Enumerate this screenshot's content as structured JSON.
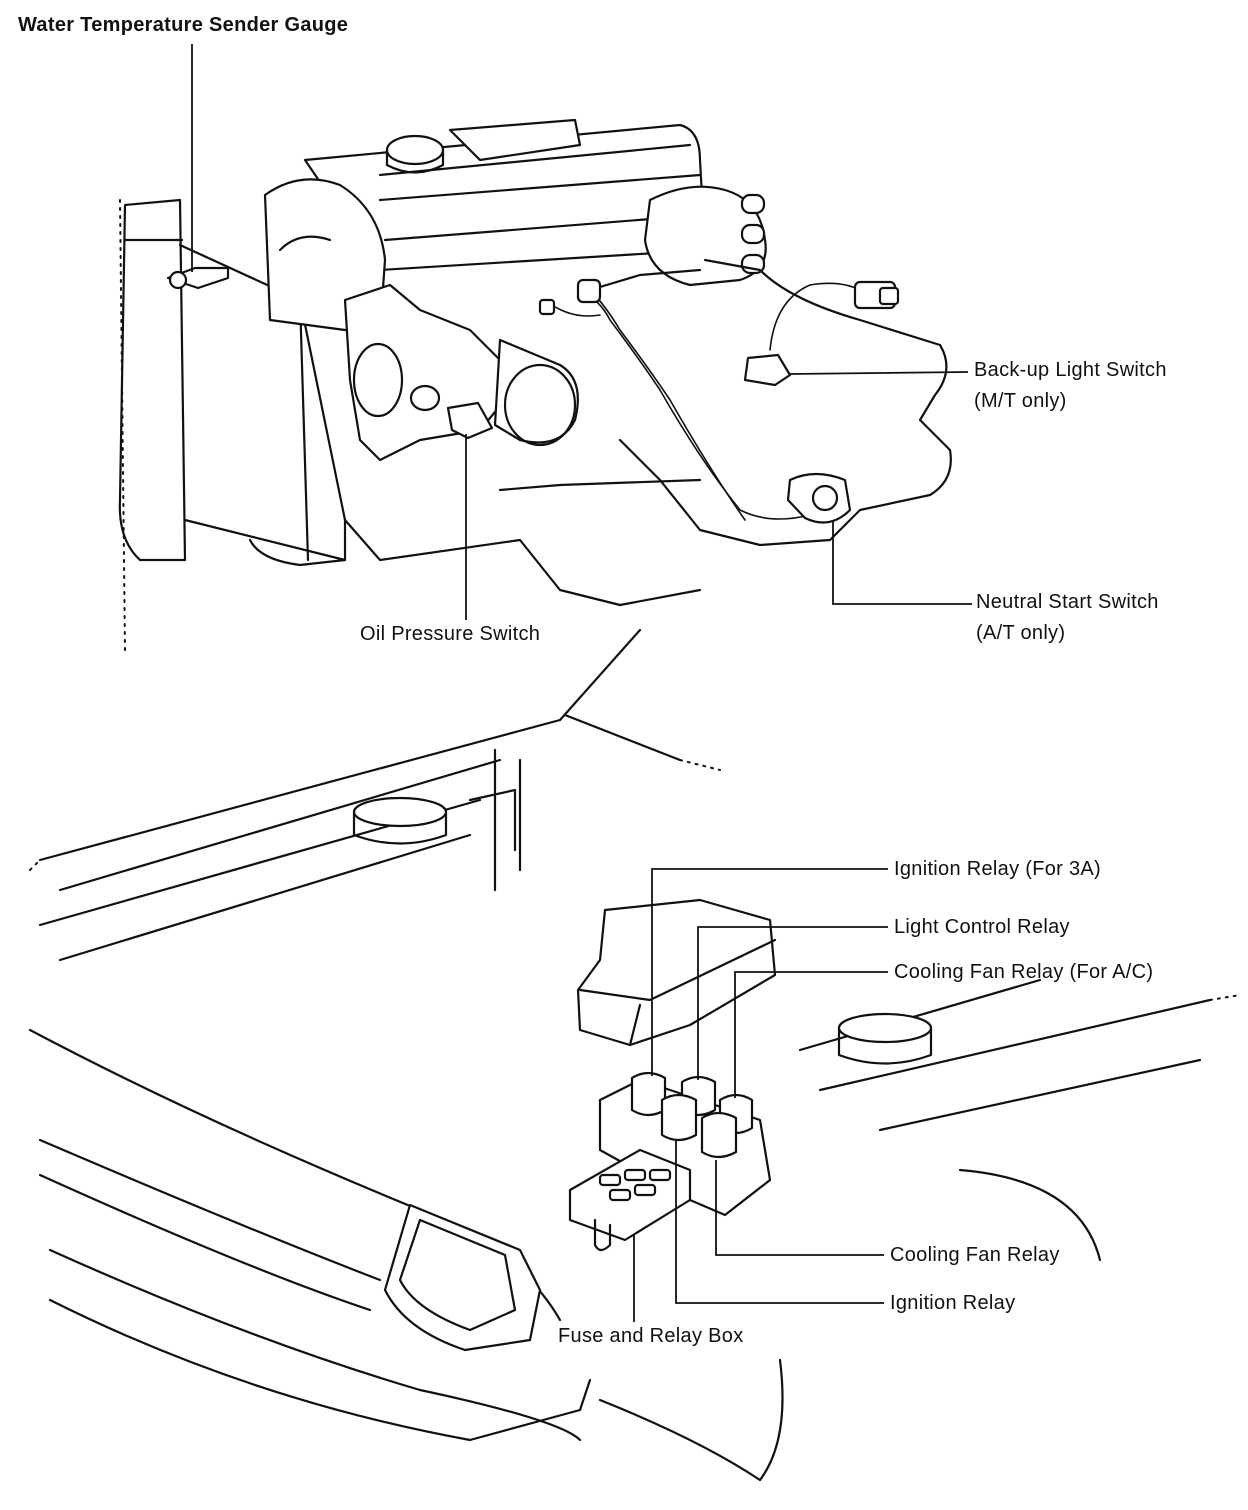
{
  "labels": {
    "water_temp": "Water Temperature Sender Gauge",
    "backup_light_1": "Back-up Light Switch",
    "backup_light_2": "(M/T only)",
    "oil_pressure": "Oil Pressure Switch",
    "neutral_start_1": "Neutral Start Switch",
    "neutral_start_2": "(A/T only)",
    "ignition_relay_3a": "Ignition Relay (For 3A)",
    "light_control": "Light Control Relay",
    "cooling_fan_ac": "Cooling Fan Relay (For A/C)",
    "cooling_fan": "Cooling Fan Relay",
    "ignition_relay": "Ignition Relay",
    "fuse_relay_box": "Fuse and Relay Box"
  }
}
